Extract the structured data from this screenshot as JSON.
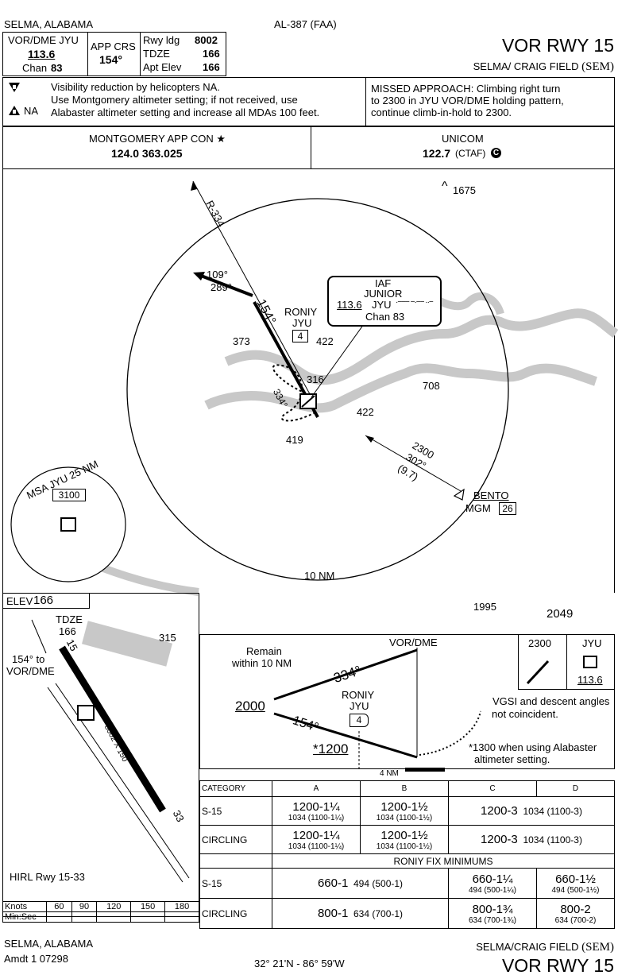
{
  "header": {
    "city_state": "SELMA, ALABAMA",
    "volume": "AL-387 (FAA)",
    "nav_label": "VOR/DME JYU",
    "nav_freq": "113.6",
    "chan_label": "Chan",
    "chan_value": "83",
    "app_crs_label": "APP CRS",
    "app_crs_value": "154°",
    "rwy_ldg_label": "Rwy ldg",
    "rwy_ldg_value": "8002",
    "tdze_label": "TDZE",
    "tdze_value": "166",
    "apt_elev_label": "Apt Elev",
    "apt_elev_value": "166",
    "procedure": "VOR RWY 15",
    "airport": "SELMA/ CRAIG FIELD",
    "airport_id": "(SEM)"
  },
  "notes": {
    "line1": "Visibility reduction by helicopters NA.",
    "line2": "Use Montgomery altimeter setting; if not received, use",
    "line3": "Alabaster altimeter setting and increase all MDAs 100 feet.",
    "alt_na": "NA",
    "missed1": "MISSED APPROACH:  Climbing right turn",
    "missed2": "to 2300 in JYU VOR/DME holding pattern,",
    "missed3": "continue climb-in-hold to 2300."
  },
  "comms": {
    "app_con": "MONTGOMERY APP CON ★",
    "app_con_freq": "124.0  363.025",
    "unicom": "UNICOM",
    "unicom_freq": "122.7",
    "ctaf": "(CTAF)",
    "ctaf_icon": "C"
  },
  "planview": {
    "radial": "R-334",
    "hold_in": "109°",
    "hold_out": "289°",
    "course": "154°",
    "fix_name": "RONIY",
    "fix_id": "JYU",
    "fix_dme": "4",
    "iaf_label": "IAF",
    "iaf_name": "JUNIOR",
    "iaf_freq": "113.6",
    "iaf_id": "JYU",
    "iaf_chan": "Chan 83",
    "circle_course": "334°",
    "obs_1675": "1675",
    "obs_373": "373",
    "obs_422a": "422",
    "obs_316": "316",
    "obs_708": "708",
    "obs_422b": "422",
    "obs_419": "419",
    "bento_alt": "2300",
    "bento_crs": "302°",
    "bento_dist": "(9.7)",
    "bento_name": "BENTO",
    "bento_ref": "MGM",
    "bento_dme": "26",
    "msa": "MSA JYU 25 NM",
    "msa_alt": "3100",
    "ring": "10 NM",
    "obs_1995": "1995",
    "obs_2049": "2049"
  },
  "airport_sketch": {
    "elev_label": "ELEV",
    "elev_value": "166",
    "tdze_label": "TDZE",
    "tdze_value": "166",
    "rwy15": "15",
    "rwy33": "33",
    "to_vor": "154° to",
    "to_vor2": "VOR/DME",
    "rwy_dims": "8002 X 150",
    "obs_315": "315",
    "lighting": "HIRL Rwy 15-33"
  },
  "profile": {
    "remain1": "Remain",
    "remain2": "within 10 NM",
    "vor_label": "VOR/DME",
    "out_crs": "334°",
    "in_crs": "154°",
    "alt_2000": "2000",
    "fix": "RONIY",
    "fix_id": "JYU",
    "fix_dme": "4",
    "alt_1200": "*1200",
    "dist": "4 NM",
    "vgsi1": "VGSI and descent angles",
    "vgsi2": "not coincident.",
    "note1": "*1300 when using Alabaster",
    "note2": "altimeter setting.",
    "hold_alt": "2300",
    "hold_fix": "JYU",
    "hold_freq": "113.6"
  },
  "timing": {
    "knots_label": "Knots",
    "minsec_label": "Min:Sec",
    "knots": [
      "60",
      "90",
      "120",
      "150",
      "180"
    ]
  },
  "minimums": {
    "headers": [
      "CATEGORY",
      "A",
      "B",
      "C",
      "D"
    ],
    "s15": {
      "label": "S-15",
      "a_main": "1200-1¼",
      "a_sub": "1034 (1100-1¼)",
      "b_main": "1200-1½",
      "b_sub": "1034 (1100-1½)",
      "cd_main": "1200-3",
      "cd_sub": "1034 (1100-3)"
    },
    "circling": {
      "label": "CIRCLING",
      "a_main": "1200-1¼",
      "a_sub": "1034 (1100-1¼)",
      "b_main": "1200-1½",
      "b_sub": "1034 (1100-1½)",
      "cd_main": "1200-3",
      "cd_sub": "1034 (1100-3)"
    },
    "roniy_title": "RONIY FIX MINIMUMS",
    "r_s15": {
      "label": "S-15",
      "ab_main": "660-1",
      "ab_sub": "494 (500-1)",
      "c_main": "660-1¼",
      "c_sub": "494 (500-1¼)",
      "d_main": "660-1½",
      "d_sub": "494 (500-1½)"
    },
    "r_circling": {
      "label": "CIRCLING",
      "ab_main": "800-1",
      "ab_sub": "634 (700-1)",
      "c_main": "800-1¾",
      "c_sub": "634 (700-1¾)",
      "d_main": "800-2",
      "d_sub": "634 (700-2)"
    }
  },
  "footer": {
    "city_state": "SELMA, ALABAMA",
    "amdt": "Amdt 1  07298",
    "coords": "32° 21'N - 86° 59'W",
    "airport": "SELMA/CRAIG FIELD",
    "airport_id": "(SEM)",
    "procedure": "VOR RWY 15"
  }
}
